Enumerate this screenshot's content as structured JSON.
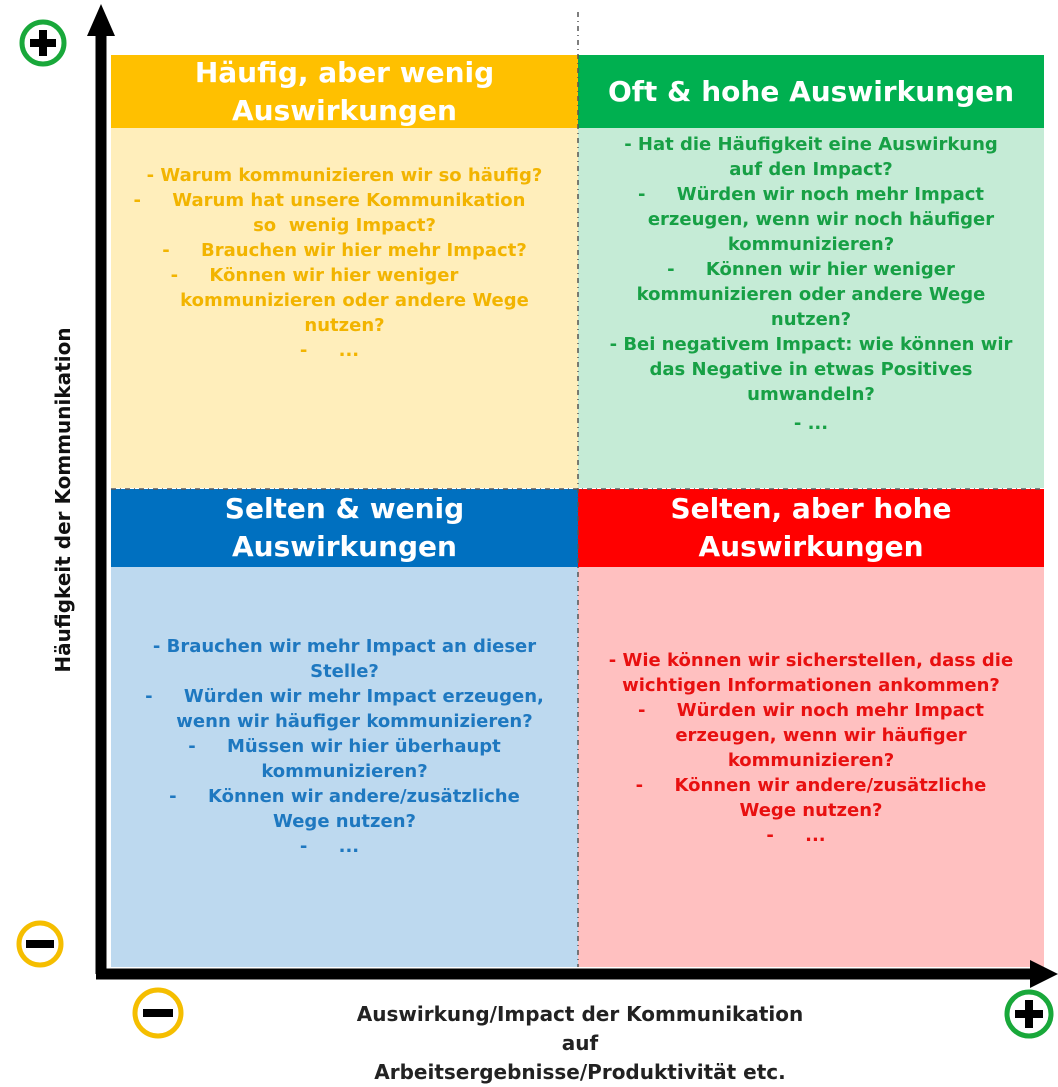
{
  "quadrants": {
    "top_left": {
      "title": [
        "Häufig, aber wenig",
        "Auswirkungen"
      ],
      "lines": [
        "- Warum kommunizieren wir so häufig?",
        "-     Warum hat unsere Kommunikation",
        "so  wenig Impact?",
        "-     Brauchen wir hier mehr Impact?",
        "-     Können wir hier weniger",
        "kommunizieren oder andere Wege",
        "nutzen?",
        "-     ..."
      ]
    },
    "top_right": {
      "title": [
        "Oft & hohe Auswirkungen"
      ],
      "lines": [
        "- Hat die Häufigkeit eine Auswirkung",
        "auf den Impact?",
        "-     Würden wir noch mehr Impact",
        "erzeugen, wenn wir noch häufiger",
        "kommunizieren?",
        "-     Können wir hier weniger",
        "kommunizieren oder andere Wege",
        "nutzen?",
        "- Bei negativem Impact: wie können wir",
        "das Negative in etwas Positives",
        "umwandeln?",
        "- ..."
      ]
    },
    "bottom_left": {
      "title": [
        "Selten & wenig",
        "Auswirkungen"
      ],
      "lines": [
        "- Brauchen wir mehr Impact an dieser",
        "Stelle?",
        "-     Würden wir mehr Impact erzeugen,",
        "wenn wir häufiger kommunizieren?",
        "-     Müssen wir hier überhaupt",
        "kommunizieren?",
        "-     Können wir andere/zusätzliche",
        "Wege nutzen?",
        "-     ..."
      ]
    },
    "bottom_right": {
      "title": [
        "Selten, aber hohe",
        "Auswirkungen"
      ],
      "lines": [
        "- Wie können wir sicherstellen, dass die",
        "wichtigen Informationen ankommen?",
        "-     Würden wir noch mehr Impact",
        "erzeugen, wenn wir häufiger",
        "kommunizieren?",
        "-     Können wir andere/zusätzliche",
        "Wege nutzen?",
        "-     ..."
      ]
    }
  },
  "y_axis_label": "Häufigkeit der Kommunikation",
  "x_axis_label": [
    "Auswirkung/Impact der Kommunikation auf",
    "Arbeitsergebnisse/Produktivität etc."
  ],
  "colors": {
    "top_left_header": "#FFC000",
    "top_left_body": "#FFEEBB",
    "top_left_text": "#F2B400",
    "top_right_header": "#00B050",
    "top_right_body": "#C5EBD6",
    "top_right_text": "#17A045",
    "bottom_left_header": "#0070C0",
    "bottom_left_body": "#BDD9EF",
    "bottom_left_text": "#1E78C0",
    "bottom_right_header": "#FF0000",
    "bottom_right_body": "#FFC0C0",
    "bottom_right_text": "#E81010",
    "plus_badge": "#19A83A",
    "minus_badge": "#F5BE00"
  },
  "icons": [
    "plus-icon",
    "minus-icon"
  ]
}
